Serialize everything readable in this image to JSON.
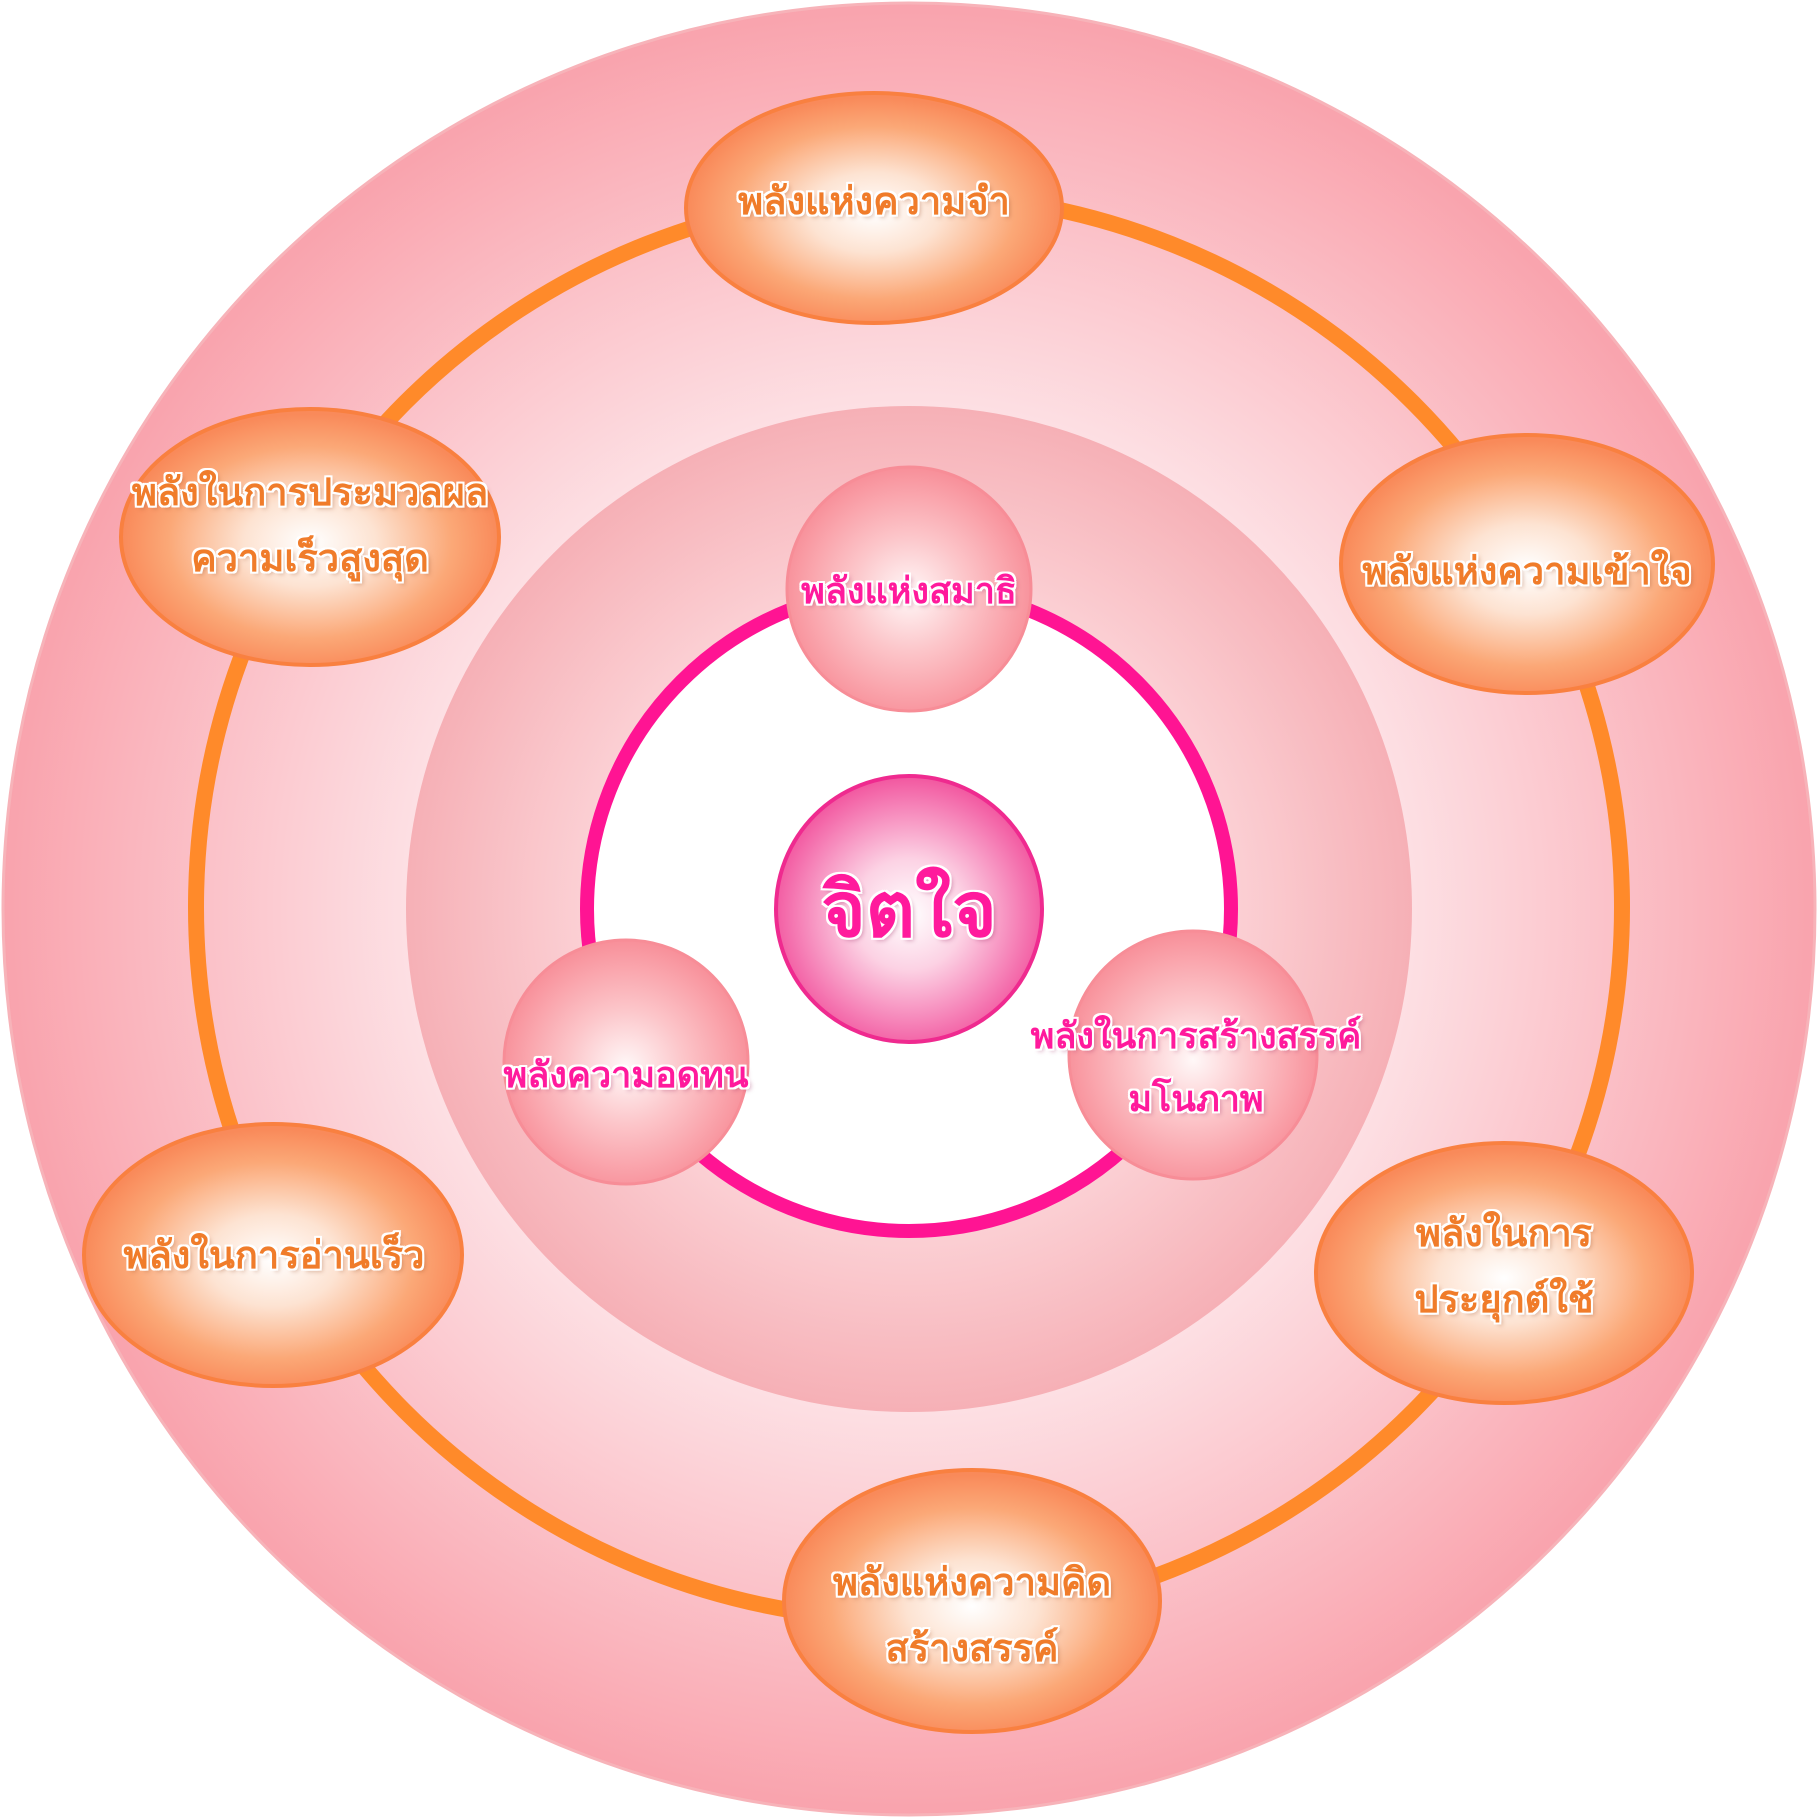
{
  "center": {
    "label": "จิตใจ"
  },
  "inner_nodes": [
    {
      "id": "concentration",
      "label": "พลังแห่งสมาธิ"
    },
    {
      "id": "patience",
      "label": "พลังความอดทน"
    },
    {
      "id": "imagination",
      "lines": [
        "พลังในการสร้างสรรค์",
        "มโนภาพ"
      ]
    }
  ],
  "outer_nodes": [
    {
      "id": "memory",
      "lines": [
        "พลังแห่งความจำ"
      ]
    },
    {
      "id": "understanding",
      "lines": [
        "พลังแห่งความเข้าใจ"
      ]
    },
    {
      "id": "application",
      "lines": [
        "พลังในการ",
        "ประยุกต์ใช้"
      ]
    },
    {
      "id": "creative-thinking",
      "lines": [
        "พลังแห่งความคิด",
        "สร้างสรรค์"
      ]
    },
    {
      "id": "fast-reading",
      "lines": [
        "พลังในการอ่านเร็ว"
      ]
    },
    {
      "id": "fast-processing",
      "lines": [
        "พลังในการประมวลผล",
        "ความเร็วสูงสุด"
      ]
    }
  ],
  "colors": {
    "outer_ring": "#ff8a2a",
    "inner_ring": "#ff1493",
    "orange_text": "#f07c2a",
    "magenta_text": "#ff1a9c"
  }
}
